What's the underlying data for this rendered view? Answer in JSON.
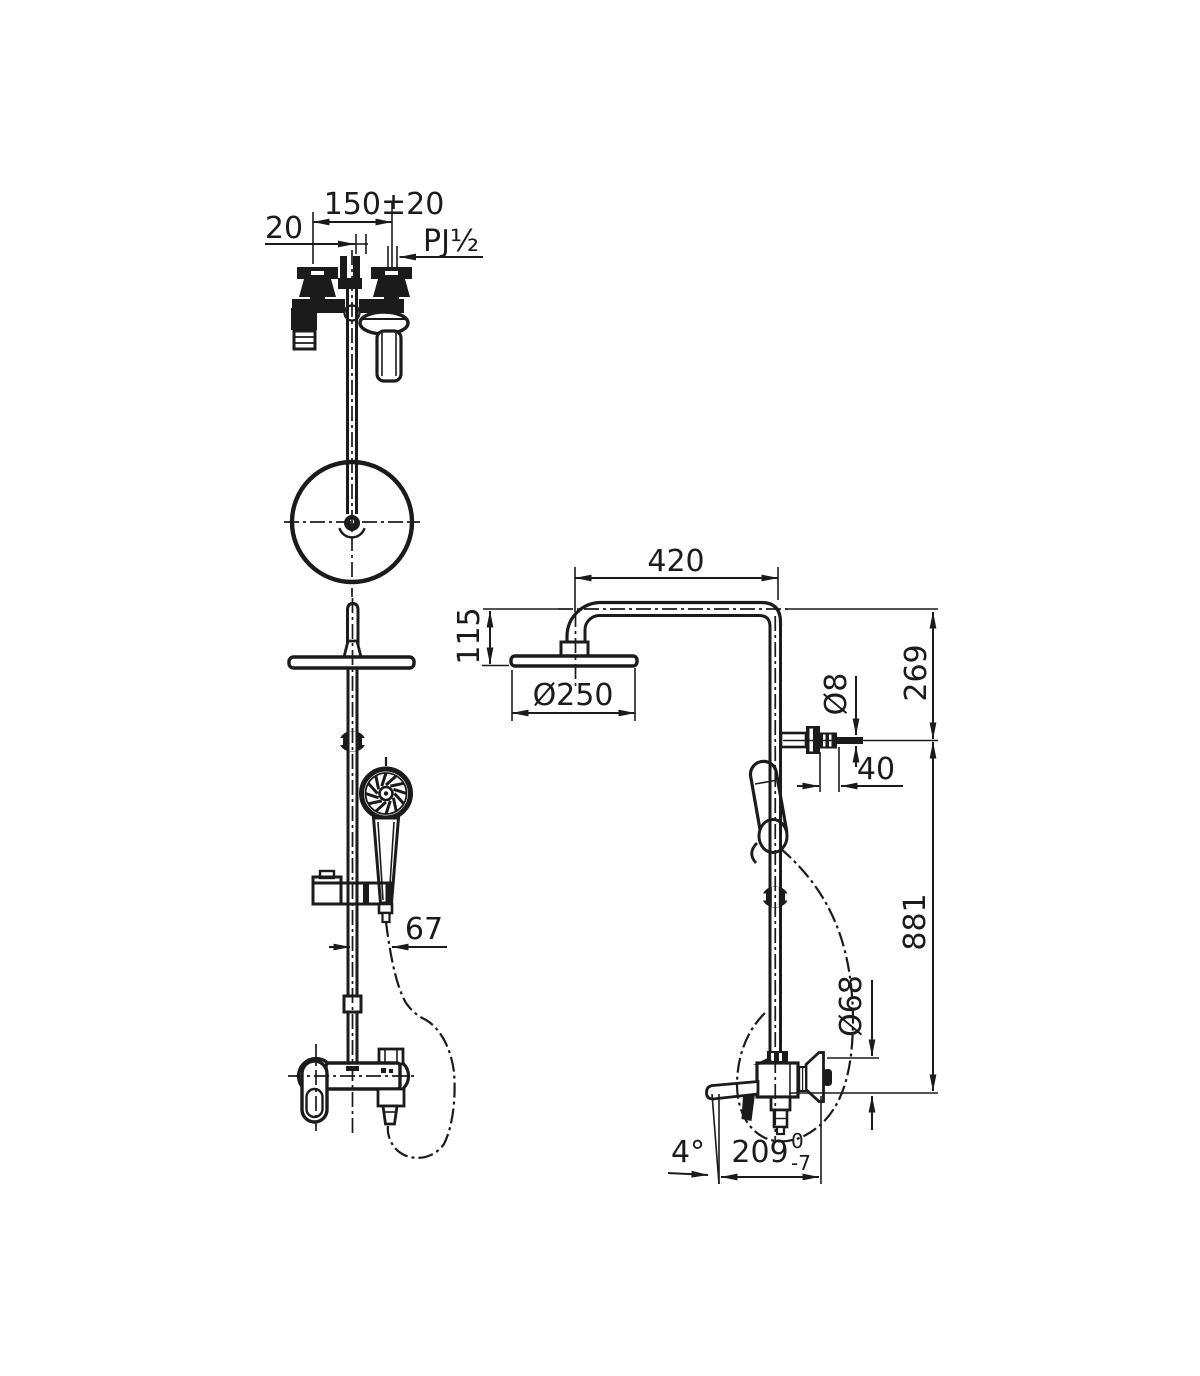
{
  "drawing": {
    "colors": {
      "background": "#ffffff",
      "ink": "#1b1b1b"
    },
    "labels": {
      "supply_spacing": "150±20",
      "supply_offset": "20",
      "thread_spec": "PJ½",
      "arm_reach": "420",
      "head_drop": "115",
      "head_diameter": "Ø250",
      "upper_height": "269",
      "pin_diameter": "Ø8",
      "pin_length": "40",
      "column_height": "881",
      "escutcheon_diameter": "Ø68",
      "hose_offset": "67",
      "spout_angle": "4°",
      "spout_reach": "209",
      "spout_tol_upper": "0",
      "spout_tol_lower": "-7"
    }
  }
}
